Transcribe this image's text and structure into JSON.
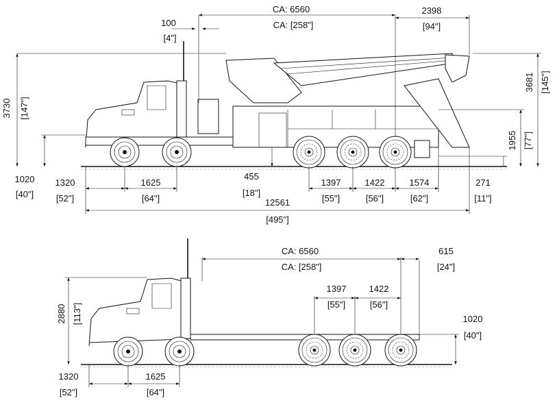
{
  "top_view": {
    "title": "Tow truck with wrecker body",
    "ca_mm": "CA: 6560",
    "ca_in": "CA: [258\"]",
    "d100_mm": "100",
    "d100_in": "[4\"]",
    "d2398_mm": "2398",
    "d2398_in": "[94\"]",
    "d3730_mm": "3730",
    "d3730_in": "[147\"]",
    "d3681_mm": "3681",
    "d3681_in": "[145\"]",
    "d1955_mm": "1955",
    "d1955_in": "[77\"]",
    "d1020_mm": "1020",
    "d1020_in": "[40\"]",
    "d1320_mm": "1320",
    "d1320_in": "[52\"]",
    "d1625_mm": "1625",
    "d1625_in": "[64\"]",
    "d455_mm": "455",
    "d455_in": "[18\"]",
    "d1397_mm": "1397",
    "d1397_in": "[55\"]",
    "d1422_mm": "1422",
    "d1422_in": "[56\"]",
    "d1574_mm": "1574",
    "d1574_in": "[62\"]",
    "d271_mm": "271",
    "d271_in": "[11\"]",
    "d12561_mm": "12561",
    "d12561_in": "[495\"]"
  },
  "bottom_view": {
    "title": "Cab and chassis",
    "ca_mm": "CA: 6560",
    "ca_in": "CA: [258\"]",
    "d615_mm": "615",
    "d615_in": "[24\"]",
    "d1397_mm": "1397",
    "d1397_in": "[55\"]",
    "d1422_mm": "1422",
    "d1422_in": "[56\"]",
    "d2880_mm": "2880",
    "d2880_in": "[113\"]",
    "d1020_mm": "1020",
    "d1020_in": "[40\"]",
    "d1320_mm": "1320",
    "d1320_in": "[52\"]",
    "d1625_mm": "1625",
    "d1625_in": "[64\"]"
  }
}
